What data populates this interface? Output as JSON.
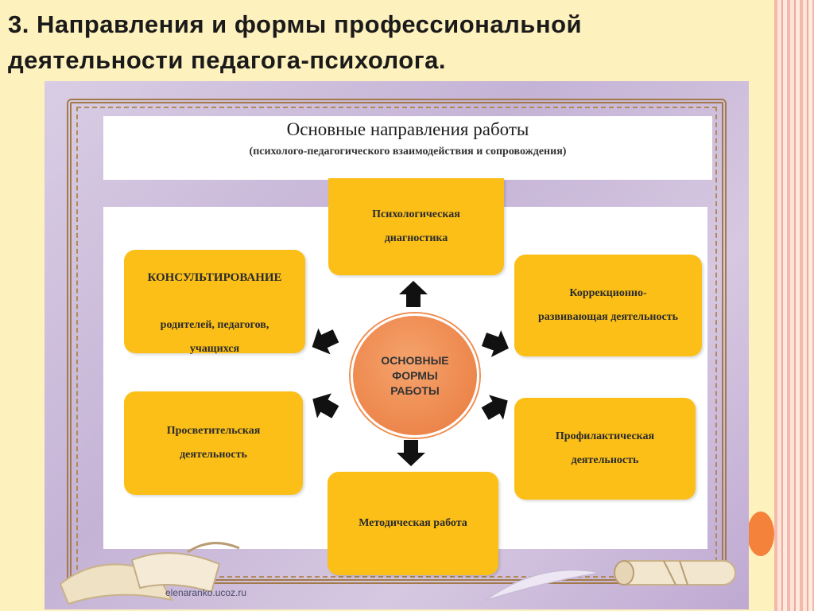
{
  "slide": {
    "title_line1": "3. Направления и формы профессиональной",
    "title_line2": "деятельности педагога-психолога."
  },
  "diagram": {
    "header_title": "Основные направления работы",
    "header_subtitle": "(психолого-педагогического взаимодействия и сопровождения)",
    "center": "ОСНОВНЫЕ\nФОРМЫ\nРАБОТЫ",
    "nodes": {
      "diagnostics": "Психологическая\nдиагностика",
      "consulting_title": "КОНСУЛЬТИРОВАНИЕ",
      "consulting_body": "родителей, педагогов,\nучащихся",
      "correction": "Коррекционно-\nразвивающая деятельность",
      "enlightenment": "Просветительская\nдеятельность",
      "prevention": "Профилактическая\nдеятельность",
      "methodical": "Методическая работа"
    },
    "watermark": "elenaranko.ucoz.ru"
  },
  "colors": {
    "block": "#fbbf18",
    "center": "#ec8449",
    "frame": "#c5b3d6"
  }
}
